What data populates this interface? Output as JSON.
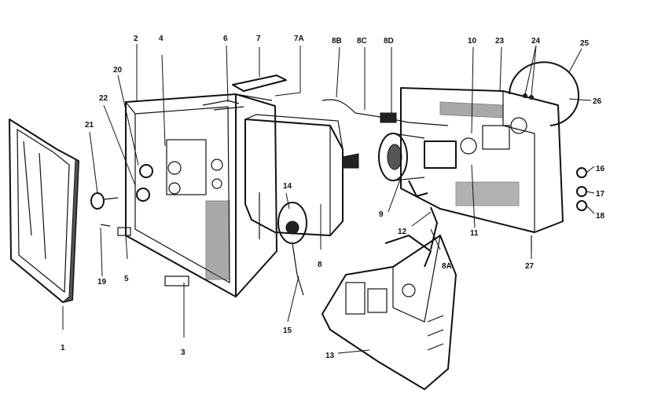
{
  "diagram": {
    "labels": {
      "l1": "1",
      "l2": "2",
      "l3": "3",
      "l4": "4",
      "l5": "5",
      "l6": "6",
      "l7": "7",
      "l7a": "7A",
      "l8": "8",
      "l8a": "8A",
      "l8b": "8B",
      "l8c": "8C",
      "l8d": "8D",
      "l9": "9",
      "l10": "10",
      "l11": "11",
      "l12": "12",
      "l13": "13",
      "l14": "14",
      "l15": "15",
      "l16": "16",
      "l17": "17",
      "l18": "18",
      "l19": "19",
      "l20": "20",
      "l21": "21",
      "l22": "22",
      "l23": "23",
      "l24": "24",
      "l25": "25",
      "l26": "26",
      "l27": "27"
    }
  }
}
